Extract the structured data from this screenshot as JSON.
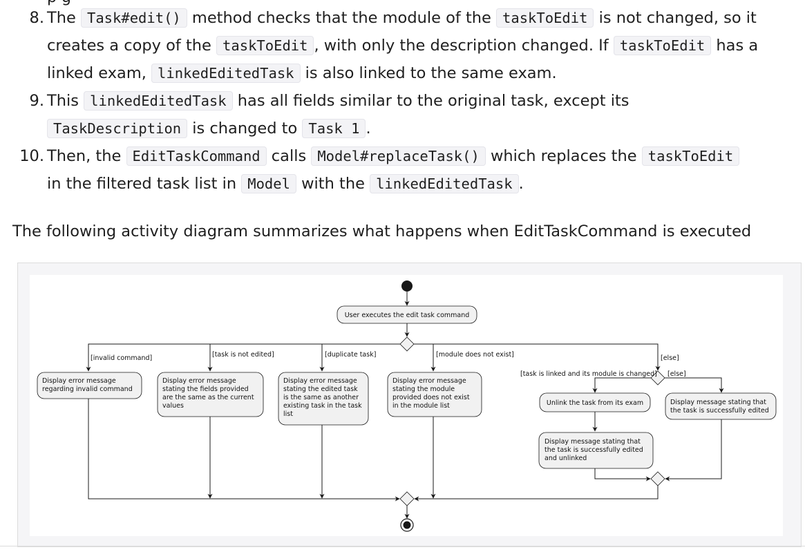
{
  "intro": {
    "top_fragment": "p                      g"
  },
  "steps": [
    {
      "num": "8.",
      "lines": [
        [
          {
            "t": "text",
            "v": "The "
          },
          {
            "t": "code",
            "v": "Task#edit()"
          },
          {
            "t": "text",
            "v": " method checks that the module of the "
          },
          {
            "t": "code",
            "v": "taskToEdit"
          },
          {
            "t": "text",
            "v": " is not changed, so it"
          }
        ],
        [
          {
            "t": "text",
            "v": "creates a copy of the "
          },
          {
            "t": "code",
            "v": "taskToEdit"
          },
          {
            "t": "text",
            "v": ", with only the description changed. If "
          },
          {
            "t": "code",
            "v": "taskToEdit"
          },
          {
            "t": "text",
            "v": " has a"
          }
        ],
        [
          {
            "t": "text",
            "v": "linked exam, "
          },
          {
            "t": "code",
            "v": "linkedEditedTask"
          },
          {
            "t": "text",
            "v": " is also linked to the same exam."
          }
        ]
      ]
    },
    {
      "num": "9.",
      "lines": [
        [
          {
            "t": "text",
            "v": "This "
          },
          {
            "t": "code",
            "v": "linkedEditedTask"
          },
          {
            "t": "text",
            "v": " has all fields similar to the original task, except its"
          }
        ],
        [
          {
            "t": "code",
            "v": "TaskDescription"
          },
          {
            "t": "text",
            "v": " is changed to "
          },
          {
            "t": "code",
            "v": "Task 1"
          },
          {
            "t": "text",
            "v": "."
          }
        ]
      ]
    },
    {
      "num": "10.",
      "lines": [
        [
          {
            "t": "text",
            "v": "Then, the "
          },
          {
            "t": "code",
            "v": "EditTaskCommand"
          },
          {
            "t": "text",
            "v": " calls "
          },
          {
            "t": "code",
            "v": "Model#replaceTask()"
          },
          {
            "t": "text",
            "v": " which replaces the "
          },
          {
            "t": "code",
            "v": "taskToEdit"
          }
        ],
        [
          {
            "t": "text",
            "v": "in the filtered task list in "
          },
          {
            "t": "code",
            "v": "Model"
          },
          {
            "t": "text",
            "v": " with the "
          },
          {
            "t": "code",
            "v": "linkedEditedTask"
          },
          {
            "t": "text",
            "v": "."
          }
        ]
      ]
    }
  ],
  "summary": "The following activity diagram summarizes what happens when EditTaskCommand is executed",
  "diagram": {
    "start_activity": "User executes the edit task command",
    "guards": {
      "invalid_command": "[invalid command]",
      "task_not_edited": "[task is not edited]",
      "duplicate_task": "[duplicate task]",
      "module_not_exist": "[module does not exist]",
      "else_outer": "[else]",
      "linked_changed": "[task is linked and its module is changed]",
      "else_inner": "[else]"
    },
    "activities": {
      "invalid_command": [
        "Display error message",
        "regarding invalid command"
      ],
      "not_edited": [
        "Display error message",
        "stating the fields provided",
        "are the same as the current",
        "values"
      ],
      "duplicate": [
        "Display error message",
        "stating the edited task",
        "is the same as another",
        "existing task in the task",
        "list"
      ],
      "module_not_exist": [
        "Display error message",
        "stating the module",
        "provided does not exist",
        "in the module list"
      ],
      "unlink": [
        "Unlink the task from its exam"
      ],
      "success_unlinked": [
        "Display message stating that",
        "the task is successfully edited",
        "and unlinked"
      ],
      "success": [
        "Display message stating that",
        "the task is successfully edited"
      ]
    }
  }
}
